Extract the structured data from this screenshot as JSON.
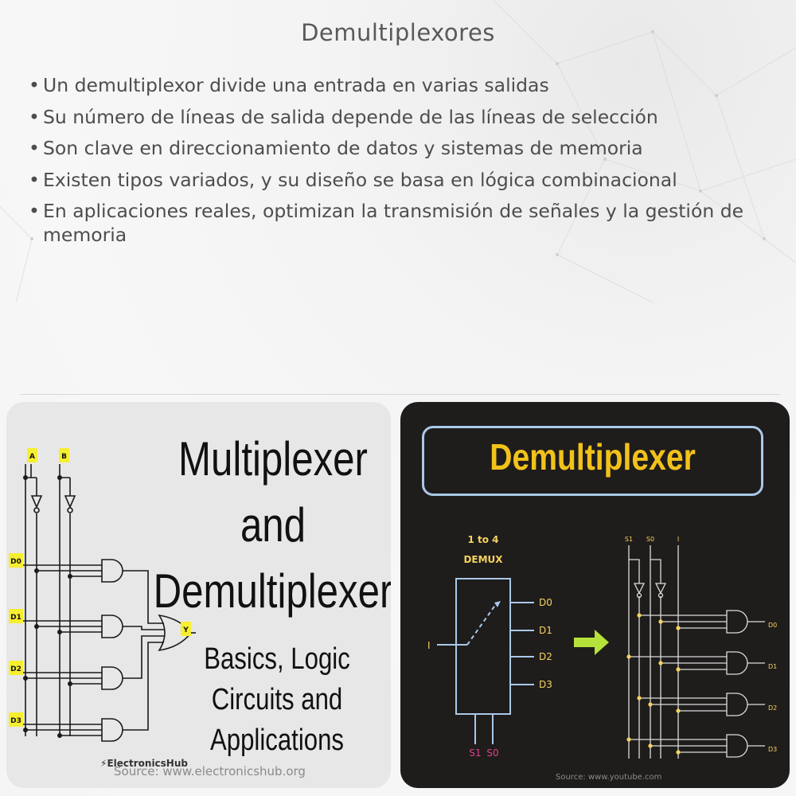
{
  "title": "Demultiplexores",
  "bullets": [
    "Un demultiplexor divide una entrada en varias salidas",
    "Su número de líneas de salida depende de las líneas de selección",
    "Son clave en direccionamiento de datos y sistemas de memoria",
    "Existen tipos variados, y su diseño se basa en lógica combinacional",
    "En aplicaciones reales, optimizan la transmisión de señales y la gestión de memoria"
  ],
  "left_image": {
    "heading_lines": [
      "Multiplexer",
      "and",
      "Demultiplexer"
    ],
    "sub_lines": [
      "Basics, Logic",
      "Circuits and",
      "Applications"
    ],
    "labels": {
      "a": "A",
      "b": "B",
      "d0": "D0",
      "d1": "D1",
      "d2": "D2",
      "d3": "D3",
      "y": "Y"
    },
    "logo": "ElectronicsHub",
    "source": "Source: www.electronicshub.org"
  },
  "right_image": {
    "heading": "Demultiplexer",
    "block_title_1": "1 to 4",
    "block_title_2": "DEMUX",
    "input": "I",
    "outputs": [
      "D0",
      "D1",
      "D2",
      "D3"
    ],
    "selects": [
      "S1",
      "S0"
    ],
    "circuit_inputs": [
      "S1",
      "S0",
      "I"
    ],
    "circuit_outputs": [
      "D0",
      "D1",
      "D2",
      "D3"
    ],
    "source": "Source: www.youtube.com"
  },
  "colors": {
    "yellow_title": "#f2c21a",
    "yellow_dot": "#f4d35e",
    "label_box": "#f6ef2f",
    "arrow": "#b4e23b",
    "wire_light": "#a9c9e8",
    "block_border": "#9cc3e6"
  }
}
